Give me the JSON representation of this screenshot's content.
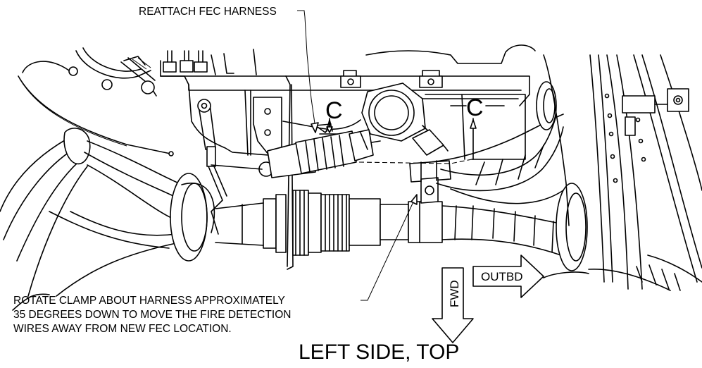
{
  "callouts": {
    "reattach": "REATTACH FEC HARNESS",
    "rotate_line1": "ROTATE CLAMP ABOUT HARNESS APPROXIMATELY",
    "rotate_line2": "35 DEGREES DOWN TO MOVE THE FIRE DETECTION",
    "rotate_line3": "WIRES AWAY FROM NEW FEC LOCATION."
  },
  "section_markers": {
    "left": "C",
    "right": "C"
  },
  "direction_arrows": {
    "forward": "FWD",
    "outboard": "OUTBD"
  },
  "view_title": "LEFT SIDE, TOP"
}
